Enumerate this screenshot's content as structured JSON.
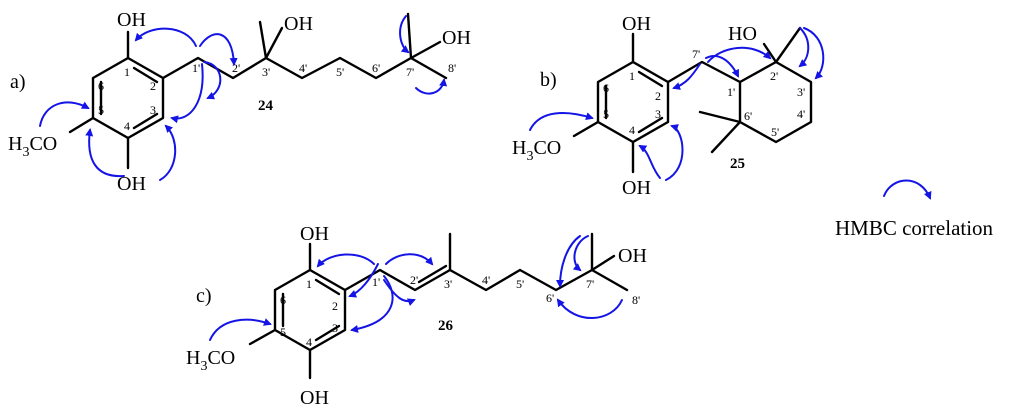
{
  "panels": [
    {
      "label": "a)",
      "compound": "24",
      "groups": {
        "oh_top": "OH",
        "oh_bottom": "OH",
        "oh_chain": "OH",
        "oh_end": "OH",
        "methoxy": "H3CO"
      },
      "atom_numbers": [
        "1",
        "2",
        "3",
        "4",
        "5",
        "6",
        "1'",
        "2'",
        "3'",
        "4'",
        "5'",
        "6'",
        "7'",
        "8'"
      ]
    },
    {
      "label": "b)",
      "compound": "25",
      "groups": {
        "oh_top": "OH",
        "oh_bottom": "OH",
        "oh_ring": "HO",
        "methoxy": "H3CO"
      },
      "atom_numbers": [
        "1",
        "2",
        "3",
        "4",
        "5",
        "6",
        "1'",
        "2'",
        "3'",
        "4'",
        "5'",
        "6'",
        "7'"
      ]
    },
    {
      "label": "c)",
      "compound": "26",
      "groups": {
        "oh_top": "OH",
        "oh_bottom": "OH",
        "oh_end": "OH",
        "methoxy": "H3CO"
      },
      "atom_numbers": [
        "1",
        "2",
        "3",
        "4",
        "5",
        "6",
        "1'",
        "2'",
        "3'",
        "4'",
        "5'",
        "6'",
        "7'",
        "8'"
      ]
    }
  ],
  "legend": {
    "text": "HMBC correlation"
  },
  "colors": {
    "bond": "#000000",
    "arrow": "#1414e6"
  }
}
